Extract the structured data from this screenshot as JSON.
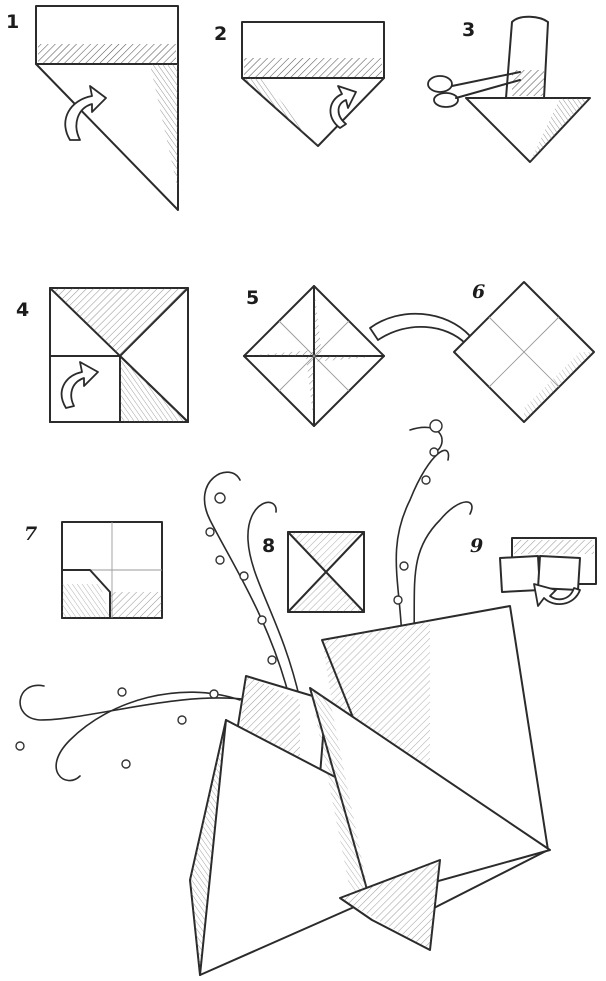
{
  "steps": [
    {
      "id": "1",
      "label": "1"
    },
    {
      "id": "2",
      "label": "2"
    },
    {
      "id": "3",
      "label": "3"
    },
    {
      "id": "4",
      "label": "4"
    },
    {
      "id": "5",
      "label": "5"
    },
    {
      "id": "6",
      "label": "6"
    },
    {
      "id": "7",
      "label": "7"
    },
    {
      "id": "8",
      "label": "8"
    },
    {
      "id": "9",
      "label": "9"
    }
  ],
  "colors": {
    "ink": "#2b2b2b",
    "paper": "#ffffff",
    "hatch": "#555555"
  },
  "icons": {
    "fold_arrow": "curved-fold-arrow-icon",
    "scissors": "scissors-icon"
  }
}
